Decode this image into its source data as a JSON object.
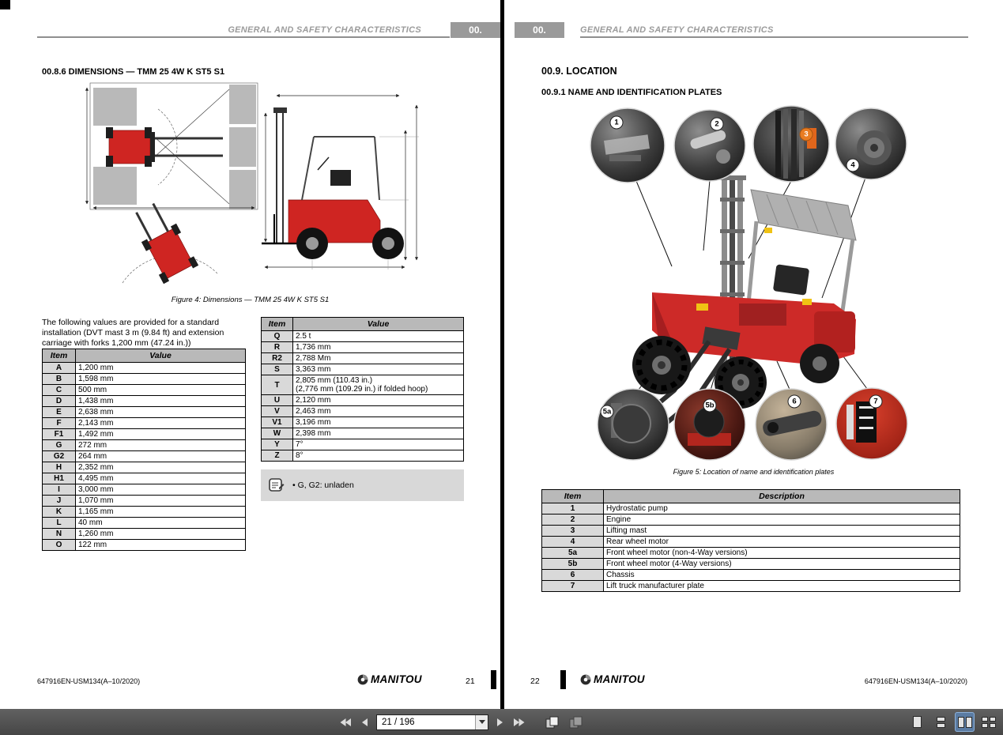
{
  "toolbar": {
    "page_display": "21 / 196"
  },
  "left_page": {
    "header": {
      "title": "GENERAL AND SAFETY CHARACTERISTICS",
      "chapter_tab": "00."
    },
    "section_title": "00.8.6 DIMENSIONS — TMM 25 4W K ST5 S1",
    "figure_caption": "Figure 4: Dimensions — TMM 25 4W K ST5 S1",
    "intro_text": "The following values are provided for a standard installation (DVT mast 3 m (9.84 ft) and extension carriage with forks 1,200 mm (47.24 in.))",
    "dimensions_table_left": {
      "headers": [
        "Item",
        "Value"
      ],
      "rows": [
        [
          "A",
          "1,200 mm"
        ],
        [
          "B",
          "1,598 mm"
        ],
        [
          "C",
          "500 mm"
        ],
        [
          "D",
          "1,438 mm"
        ],
        [
          "E",
          "2,638 mm"
        ],
        [
          "F",
          "2,143 mm"
        ],
        [
          "F1",
          "1,492 mm"
        ],
        [
          "G",
          "272 mm"
        ],
        [
          "G2",
          "264 mm"
        ],
        [
          "H",
          "2,352 mm"
        ],
        [
          "H1",
          "4,495 mm"
        ],
        [
          "I",
          "3,000 mm"
        ],
        [
          "J",
          "1,070 mm"
        ],
        [
          "K",
          "1,165 mm"
        ],
        [
          "L",
          "40 mm"
        ],
        [
          "N",
          "1,260 mm"
        ],
        [
          "O",
          "122 mm"
        ]
      ]
    },
    "dimensions_table_right": {
      "headers": [
        "Item",
        "Value"
      ],
      "rows": [
        [
          "Q",
          "2.5 t"
        ],
        [
          "R",
          "1,736 mm"
        ],
        [
          "R2",
          "2,788 Mm"
        ],
        [
          "S",
          "3,363 mm"
        ],
        [
          "T",
          "2,805 mm (110.43 in.)\n(2,776 mm (109.29 in.) if folded hoop)"
        ],
        [
          "U",
          "2,120 mm"
        ],
        [
          "V",
          "2,463 mm"
        ],
        [
          "V1",
          "3,196 mm"
        ],
        [
          "W",
          "2,398 mm"
        ],
        [
          "Y",
          "7°"
        ],
        [
          "Z",
          "8°"
        ]
      ]
    },
    "note_text": "G, G2: unladen",
    "footer": {
      "doc_ref": "647916EN-USM134(A–10/2020)",
      "brand": "MANITOU",
      "page_number": "21"
    }
  },
  "right_page": {
    "header": {
      "title": "GENERAL AND SAFETY CHARACTERISTICS",
      "chapter_tab": "00."
    },
    "section_title": "00.9. LOCATION",
    "subsection_title": "00.9.1 NAME AND IDENTIFICATION PLATES",
    "figure_caption": "Figure 5: Location of name and identification plates",
    "callout_labels": [
      "1",
      "2",
      "3",
      "4",
      "5a",
      "5b",
      "6",
      "7"
    ],
    "plates_table": {
      "headers": [
        "Item",
        "Description"
      ],
      "rows": [
        [
          "1",
          "Hydrostatic pump"
        ],
        [
          "2",
          "Engine"
        ],
        [
          "3",
          "Lifting mast"
        ],
        [
          "4",
          "Rear wheel motor"
        ],
        [
          "5a",
          "Front wheel motor (non-4-Way versions)"
        ],
        [
          "5b",
          "Front wheel motor (4-Way versions)"
        ],
        [
          "6",
          "Chassis"
        ],
        [
          "7",
          "Lift truck manufacturer plate"
        ]
      ]
    },
    "footer": {
      "page_number": "22",
      "brand": "MANITOU",
      "doc_ref": "647916EN-USM134(A–10/2020)"
    }
  }
}
